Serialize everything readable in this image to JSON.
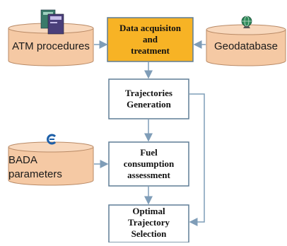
{
  "colors": {
    "cylinder_fill": "#f5c9a4",
    "cylinder_edge": "#b98a66",
    "acquisition_fill": "#f7b325",
    "process_fill": "#ffffff",
    "process_border": "#5f7d95",
    "arrow": "#7f9db8"
  },
  "databases": {
    "atm": "ATM procedures",
    "geo": "Geodatabase",
    "bada": "BADA\nparameters"
  },
  "boxes": {
    "acquisition": "Data acquisiton\nand\ntreatment",
    "trajectories": "Trajectories\nGeneration",
    "fuel": "Fuel\nconsumption\nassessment",
    "optimal": "Optimal\nTrajectory\nSelection"
  },
  "icons": {
    "atm": "book-covers-icon",
    "geo": "globe-icon",
    "bada": "eurocontrol-logo-icon"
  }
}
